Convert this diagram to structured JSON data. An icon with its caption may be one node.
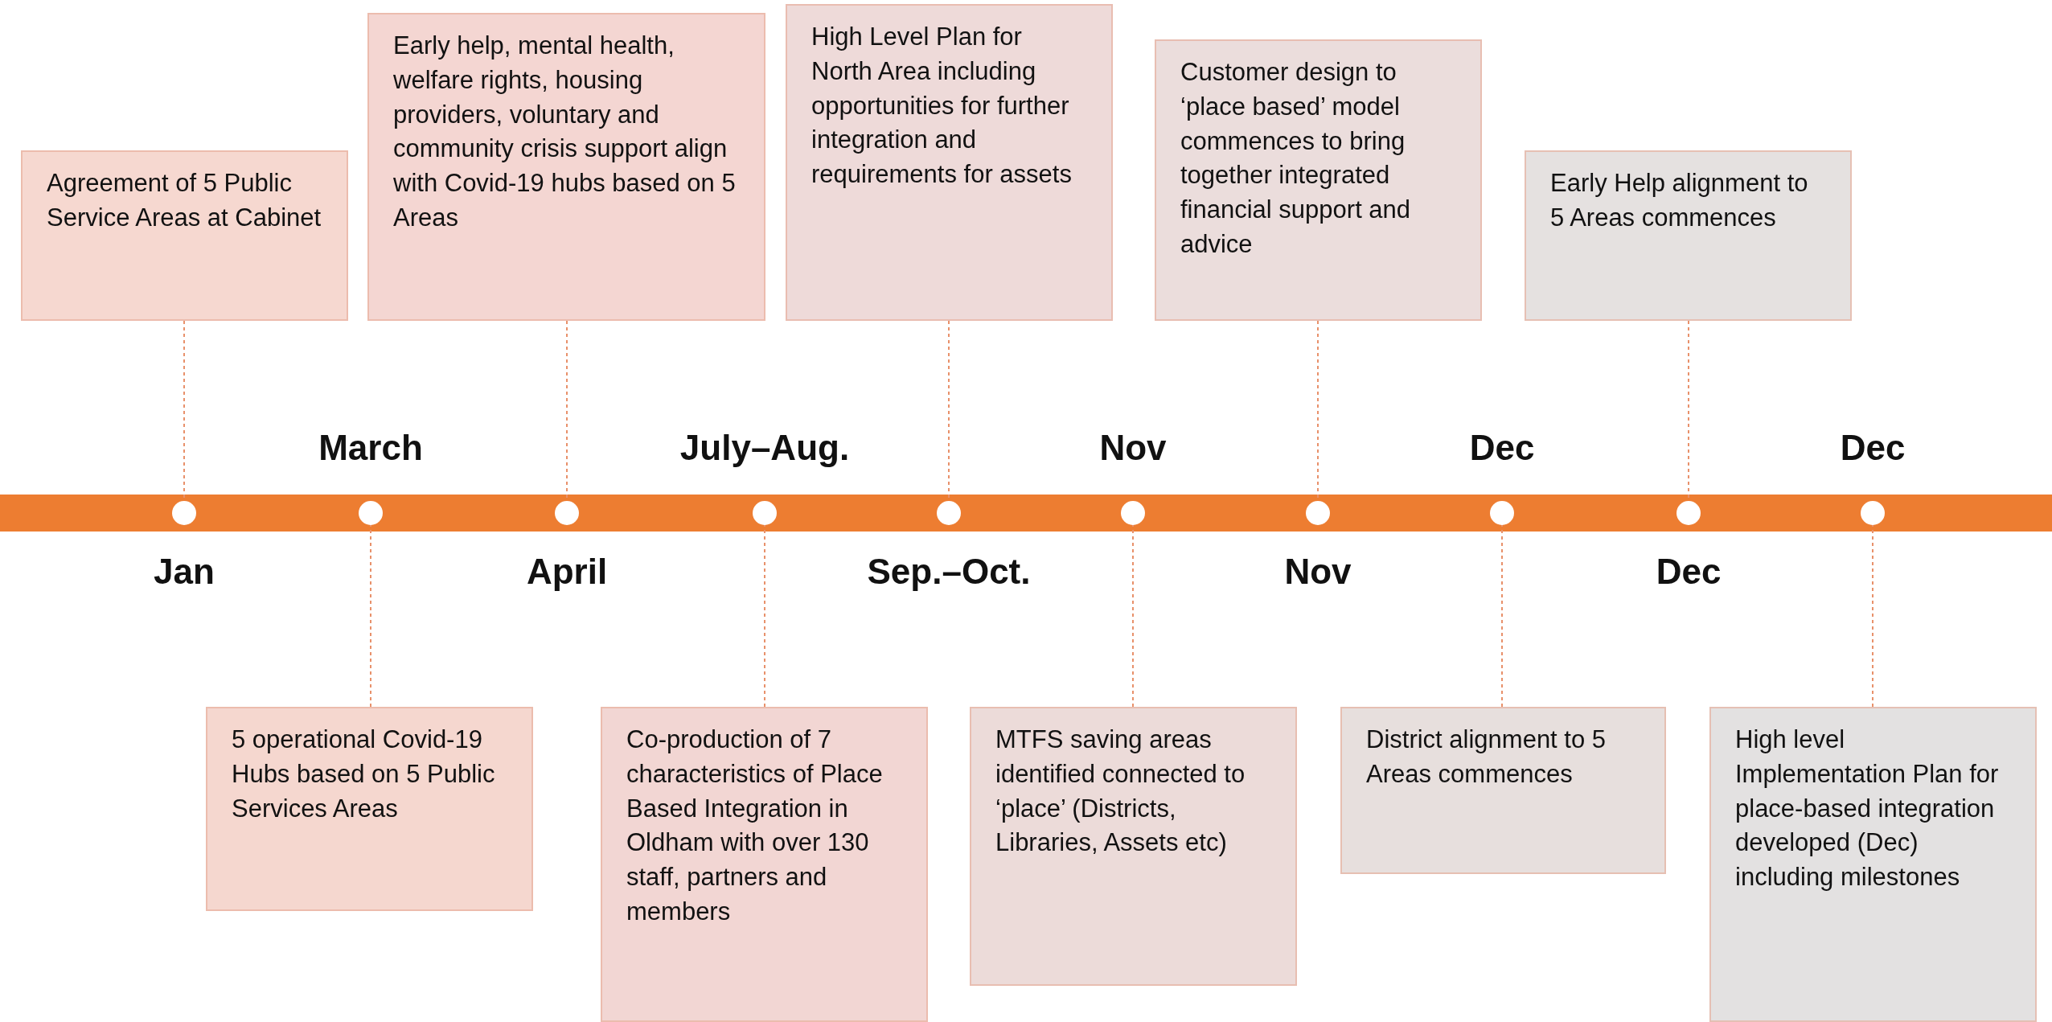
{
  "diagram": {
    "nodes": [
      {
        "text": [
          "Agreement of 5 Public Service Areas at Cabinet"
        ]
      },
      {
        "text": [
          "5 operational Covid-19 Hubs based on 5 Public Services Areas"
        ]
      },
      {
        "text": [
          "Early help, mental health, welfare rights, housing providers, voluntary and community crisis support align with Covid-19 hubs based on 5 Areas"
        ]
      },
      {
        "text": [
          "Co-production of 7 characteristics of Place Based Integration in Oldham with over 130 staff, partners and members"
        ]
      },
      {
        "text": [
          "High Level Plan for North Area including opportunities for further integration and requirements for assets"
        ]
      },
      {
        "text": [
          "MTFS saving areas identified connected to ‘place’ (Districts, Libraries, Assets etc)"
        ]
      },
      {
        "text": [
          "Customer design to ‘place based’ model commences to bring together integrated financial support and advice"
        ]
      },
      {
        "text": [
          "District alignment to 5 Areas commences"
        ]
      },
      {
        "text": [
          "Early Help alignment to 5 Areas commences"
        ]
      },
      {
        "text": [
          "High level Implementation Plan for place-based integration developed (Dec) including milestones"
        ]
      },
      {
        "text": [],
        "shape": "circle",
        "beside": [
          "Jan"
        ]
      },
      {
        "text": [],
        "shape": "circle",
        "beside": [
          "March"
        ]
      },
      {
        "text": [],
        "shape": "circle",
        "beside": [
          "April"
        ]
      },
      {
        "text": [],
        "shape": "circle",
        "beside": [
          "July–Aug."
        ]
      },
      {
        "text": [],
        "shape": "circle",
        "beside": [
          "Sep.–Oct."
        ]
      },
      {
        "text": [],
        "shape": "circle",
        "beside": [
          "Nov"
        ]
      },
      {
        "text": [],
        "shape": "circle",
        "beside": [
          "Nov"
        ]
      },
      {
        "text": [],
        "shape": "circle",
        "beside": [
          "Dec"
        ]
      },
      {
        "text": [],
        "shape": "circle",
        "beside": [
          "Dec"
        ]
      },
      {
        "text": [],
        "shape": "circle",
        "beside": [
          "Dec"
        ]
      }
    ],
    "edges": [
      {
        "from": 0,
        "to": 10,
        "arrow": "none",
        "style": "dashed"
      },
      {
        "from": 1,
        "to": 11,
        "arrow": "none",
        "style": "dashed"
      },
      {
        "from": 2,
        "to": 12,
        "arrow": "none",
        "style": "dashed"
      },
      {
        "from": 3,
        "to": 13,
        "arrow": "none",
        "style": "dashed"
      },
      {
        "from": 4,
        "to": 14,
        "arrow": "none",
        "style": "dashed"
      },
      {
        "from": 5,
        "to": 15,
        "arrow": "none",
        "style": "dashed"
      },
      {
        "from": 6,
        "to": 16,
        "arrow": "none",
        "style": "dashed"
      },
      {
        "from": 7,
        "to": 17,
        "arrow": "none",
        "style": "dashed"
      },
      {
        "from": 8,
        "to": 18,
        "arrow": "none",
        "style": "dashed"
      },
      {
        "from": 9,
        "to": 19,
        "arrow": "none",
        "style": "dashed"
      }
    ]
  }
}
